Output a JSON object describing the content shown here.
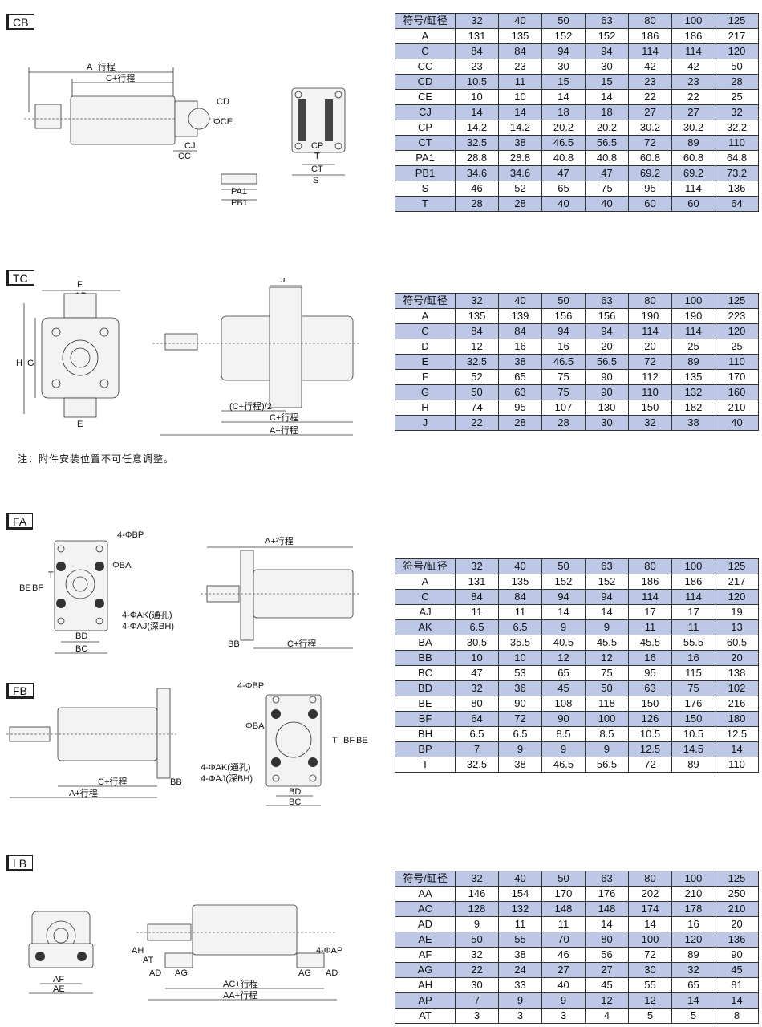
{
  "sections": {
    "cb": {
      "label": "CB"
    },
    "tc": {
      "label": "TC"
    },
    "fa": {
      "label": "FA"
    },
    "fb": {
      "label": "FB"
    },
    "lb": {
      "label": "LB"
    }
  },
  "note": "注：附件安装位置不可任意调整。",
  "drawing_labels": {
    "a_stroke": "A+行程",
    "c_stroke": "C+行程",
    "cd": "CD",
    "phi_ce": "ΦCE",
    "cj": "CJ",
    "cc": "CC",
    "cp": "CP",
    "t": "T",
    "ct": "CT",
    "s": "S",
    "pa1": "PA1",
    "pb1": "PB1",
    "f": "F",
    "phi_d": "ΦD",
    "h": "H",
    "g": "G",
    "e": "E",
    "j": "J",
    "half_c_stroke": "(C+行程)/2",
    "four_phi_bp": "4-ΦBP",
    "phi_ba": "ΦBA",
    "four_phi_ak": "4-ΦAK(通孔)",
    "four_phi_aj": "4-ΦAJ(深BH)",
    "be": "BE",
    "bf": "BF",
    "bd": "BD",
    "bc": "BC",
    "bb": "BB",
    "four_phi_ap": "4-ΦAP",
    "ah": "AH",
    "at": "AT",
    "ad": "AD",
    "ag": "AG",
    "af": "AF",
    "ae": "AE",
    "ac_stroke": "AC+行程",
    "aa_stroke": "AA+行程"
  },
  "tables": {
    "cb": {
      "header": [
        "符号/缸径",
        "32",
        "40",
        "50",
        "63",
        "80",
        "100",
        "125"
      ],
      "rows": [
        [
          "A",
          "131",
          "135",
          "152",
          "152",
          "186",
          "186",
          "217"
        ],
        [
          "C",
          "84",
          "84",
          "94",
          "94",
          "114",
          "114",
          "120"
        ],
        [
          "CC",
          "23",
          "23",
          "30",
          "30",
          "42",
          "42",
          "50"
        ],
        [
          "CD",
          "10.5",
          "11",
          "15",
          "15",
          "23",
          "23",
          "28"
        ],
        [
          "CE",
          "10",
          "10",
          "14",
          "14",
          "22",
          "22",
          "25"
        ],
        [
          "CJ",
          "14",
          "14",
          "18",
          "18",
          "27",
          "27",
          "32"
        ],
        [
          "CP",
          "14.2",
          "14.2",
          "20.2",
          "20.2",
          "30.2",
          "30.2",
          "32.2"
        ],
        [
          "CT",
          "32.5",
          "38",
          "46.5",
          "56.5",
          "72",
          "89",
          "110"
        ],
        [
          "PA1",
          "28.8",
          "28.8",
          "40.8",
          "40.8",
          "60.8",
          "60.8",
          "64.8"
        ],
        [
          "PB1",
          "34.6",
          "34.6",
          "47",
          "47",
          "69.2",
          "69.2",
          "73.2"
        ],
        [
          "S",
          "46",
          "52",
          "65",
          "75",
          "95",
          "114",
          "136"
        ],
        [
          "T",
          "28",
          "28",
          "40",
          "40",
          "60",
          "60",
          "64"
        ]
      ]
    },
    "tc": {
      "header": [
        "符号/缸径",
        "32",
        "40",
        "50",
        "63",
        "80",
        "100",
        "125"
      ],
      "rows": [
        [
          "A",
          "135",
          "139",
          "156",
          "156",
          "190",
          "190",
          "223"
        ],
        [
          "C",
          "84",
          "84",
          "94",
          "94",
          "114",
          "114",
          "120"
        ],
        [
          "D",
          "12",
          "16",
          "16",
          "20",
          "20",
          "25",
          "25"
        ],
        [
          "E",
          "32.5",
          "38",
          "46.5",
          "56.5",
          "72",
          "89",
          "110"
        ],
        [
          "F",
          "52",
          "65",
          "75",
          "90",
          "112",
          "135",
          "170"
        ],
        [
          "G",
          "50",
          "63",
          "75",
          "90",
          "110",
          "132",
          "160"
        ],
        [
          "H",
          "74",
          "95",
          "107",
          "130",
          "150",
          "182",
          "210"
        ],
        [
          "J",
          "22",
          "28",
          "28",
          "30",
          "32",
          "38",
          "40"
        ]
      ]
    },
    "fa": {
      "header": [
        "符号/缸径",
        "32",
        "40",
        "50",
        "63",
        "80",
        "100",
        "125"
      ],
      "rows": [
        [
          "A",
          "131",
          "135",
          "152",
          "152",
          "186",
          "186",
          "217"
        ],
        [
          "C",
          "84",
          "84",
          "94",
          "94",
          "114",
          "114",
          "120"
        ],
        [
          "AJ",
          "11",
          "11",
          "14",
          "14",
          "17",
          "17",
          "19"
        ],
        [
          "AK",
          "6.5",
          "6.5",
          "9",
          "9",
          "11",
          "11",
          "13"
        ],
        [
          "BA",
          "30.5",
          "35.5",
          "40.5",
          "45.5",
          "45.5",
          "55.5",
          "60.5"
        ],
        [
          "BB",
          "10",
          "10",
          "12",
          "12",
          "16",
          "16",
          "20"
        ],
        [
          "BC",
          "47",
          "53",
          "65",
          "75",
          "95",
          "115",
          "138"
        ],
        [
          "BD",
          "32",
          "36",
          "45",
          "50",
          "63",
          "75",
          "102"
        ],
        [
          "BE",
          "80",
          "90",
          "108",
          "118",
          "150",
          "176",
          "216"
        ],
        [
          "BF",
          "64",
          "72",
          "90",
          "100",
          "126",
          "150",
          "180"
        ],
        [
          "BH",
          "6.5",
          "6.5",
          "8.5",
          "8.5",
          "10.5",
          "10.5",
          "12.5"
        ],
        [
          "BP",
          "7",
          "9",
          "9",
          "9",
          "12.5",
          "14.5",
          "14"
        ],
        [
          "T",
          "32.5",
          "38",
          "46.5",
          "56.5",
          "72",
          "89",
          "110"
        ]
      ]
    },
    "lb": {
      "header": [
        "符号/缸径",
        "32",
        "40",
        "50",
        "63",
        "80",
        "100",
        "125"
      ],
      "rows": [
        [
          "AA",
          "146",
          "154",
          "170",
          "176",
          "202",
          "210",
          "250"
        ],
        [
          "AC",
          "128",
          "132",
          "148",
          "148",
          "174",
          "178",
          "210"
        ],
        [
          "AD",
          "9",
          "11",
          "11",
          "14",
          "14",
          "16",
          "20"
        ],
        [
          "AE",
          "50",
          "55",
          "70",
          "80",
          "100",
          "120",
          "136"
        ],
        [
          "AF",
          "32",
          "38",
          "46",
          "56",
          "72",
          "89",
          "90"
        ],
        [
          "AG",
          "22",
          "24",
          "27",
          "27",
          "30",
          "32",
          "45"
        ],
        [
          "AH",
          "30",
          "33",
          "40",
          "45",
          "55",
          "65",
          "81"
        ],
        [
          "AP",
          "7",
          "9",
          "9",
          "12",
          "12",
          "14",
          "14"
        ],
        [
          "AT",
          "3",
          "3",
          "3",
          "4",
          "5",
          "5",
          "8"
        ]
      ]
    }
  },
  "colors": {
    "shade": "#bcc8e6",
    "line": "#333333"
  }
}
